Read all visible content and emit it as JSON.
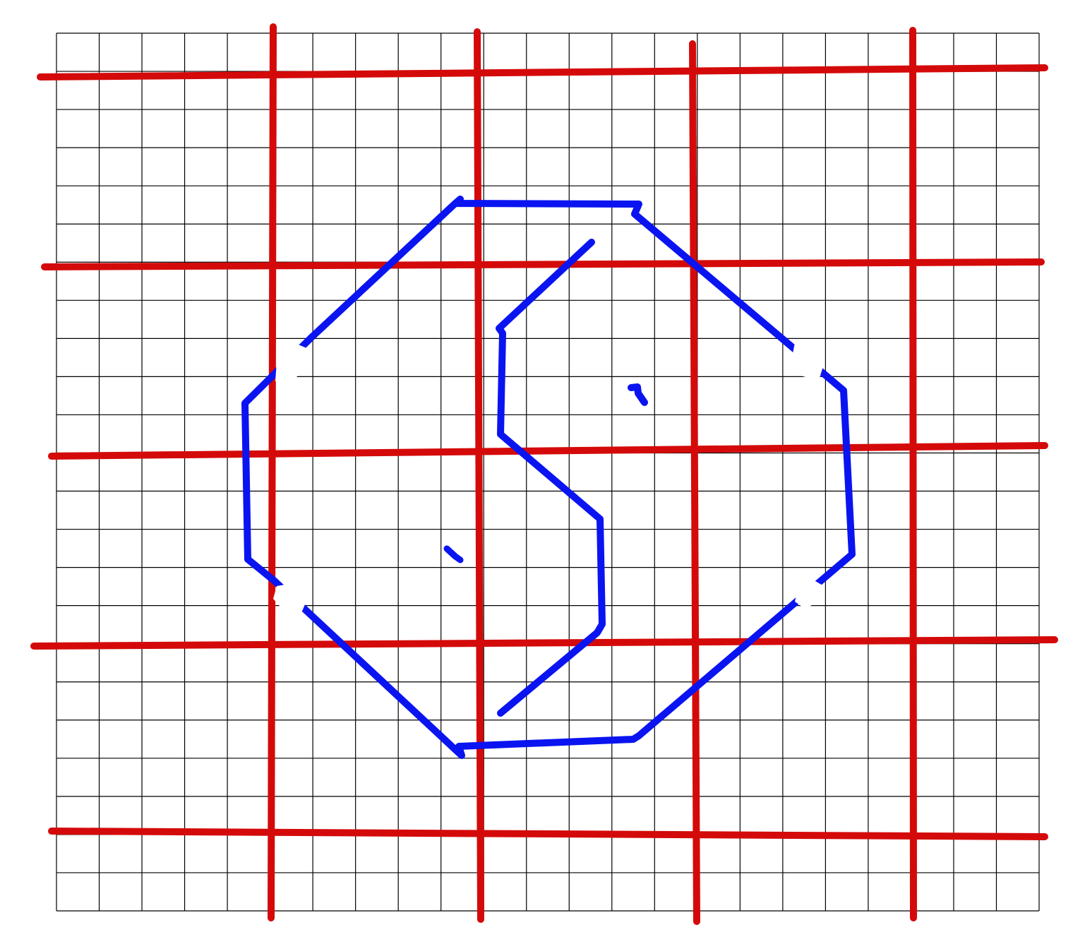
{
  "diagram": {
    "type": "yin-yang drawing on grid paper",
    "background_color": "#ffffff",
    "fine_grid": {
      "columns": 23,
      "rows": 23,
      "color": "#000000"
    },
    "major_grid": {
      "vertical_line_count": 4,
      "horizontal_line_count": 5,
      "color": "#d40a0a"
    },
    "shapes": {
      "color": "#0a14f0",
      "parts": [
        "outer-octagon",
        "s-curve",
        "dot-upper-right",
        "dot-lower-left"
      ]
    },
    "gap_color": "#ffffff",
    "gap_count": 4,
    "text_labels": []
  }
}
